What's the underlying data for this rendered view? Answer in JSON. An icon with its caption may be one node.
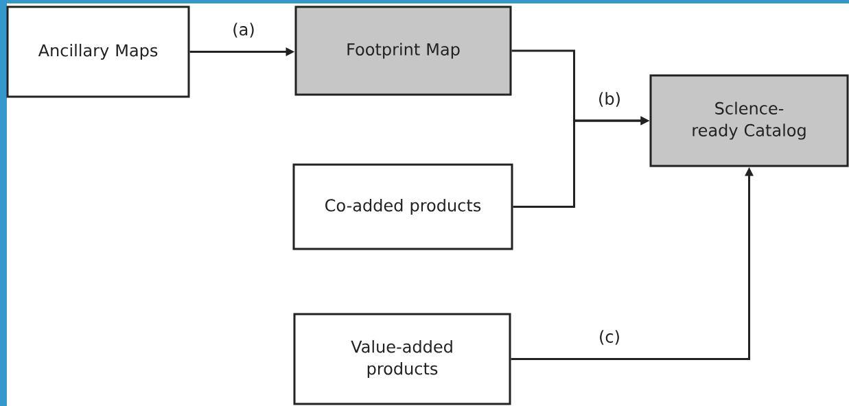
{
  "diagram": {
    "nodes": [
      {
        "text": [
          "Ancillary Maps"
        ]
      },
      {
        "text": [
          "Footprint Map"
        ]
      },
      {
        "text": [
          "Sclence-ready Catalog"
        ]
      },
      {
        "text": [
          "Co-added products"
        ]
      },
      {
        "text": [
          "Value-added products"
        ]
      }
    ],
    "edges": [
      {
        "from": 0,
        "to": 1,
        "arrow": "to",
        "label": "(a)"
      },
      {
        "from": 1,
        "to": 2,
        "arrow": "to",
        "label": "(b)"
      },
      {
        "from": 3,
        "to": 2,
        "arrow": "to"
      },
      {
        "from": 4,
        "to": 2,
        "arrow": "to",
        "label": "(c)"
      }
    ]
  }
}
